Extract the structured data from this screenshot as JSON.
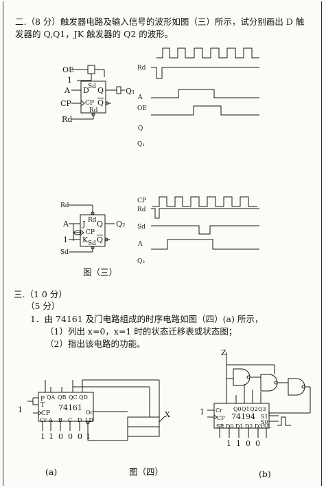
{
  "q2": {
    "line1": "二.（8 分）触发器电路及输入信号的波形如图（三）所示，试分别画出 D 触",
    "line2": "发器的 Q,Q1，JK 触发器的 Q2 的波形。"
  },
  "fig3": {
    "caption": "图（三）",
    "d_ff": {
      "pins": {
        "OE": "OE",
        "one": "1",
        "A": "A",
        "CP": "CP",
        "Rd": "Rd",
        "D": "D",
        "Sd": "Sd",
        "Q": "Q",
        "Qbar": "Q",
        "Rd_in": "Rd",
        "Q1": "Q₁"
      },
      "waves": {
        "Rd": "Rd",
        "A": "A",
        "OE": "OE",
        "Q": "Q",
        "Q1": "Q₁"
      }
    },
    "jk_ff": {
      "pins": {
        "Rd": "Rd",
        "A": "A",
        "one": "1",
        "Sd": "Sd",
        "J": "J",
        "K": "K",
        "CP": "CP",
        "Q": "Q",
        "Qbar": "Q",
        "Rd_in": "Rd",
        "Sd_in": "Sd",
        "Q2": "Q₂"
      },
      "waves": {
        "CP": "CP",
        "Rd": "Rd",
        "Sd": "Sd",
        "A": "A",
        "Q2": "Q₂"
      }
    }
  },
  "q3": {
    "title": "三.（1 0 分）",
    "sub": "（5 分）",
    "item1": "1．由 74161 及门电路组成的时序电路如图（四）(a) 所示，",
    "item1a": "（1）列出 x=0，x=1 时的状态迁移表或状态图；",
    "item1b": "（2）指出该电路的功能。"
  },
  "fig4": {
    "caption": "图（四）",
    "a_label": "(a)",
    "b_label": "(b)",
    "c74161": {
      "chip": "74161",
      "P": "P",
      "T": "T",
      "CP": "CP",
      "Cr": "Cr",
      "outs": [
        "QA",
        "QB",
        "QC",
        "QD"
      ],
      "ins": [
        "A",
        "B",
        "C",
        "D",
        "LD"
      ],
      "Oc": "Oc",
      "one": "1",
      "X": "X",
      "bits": [
        "1",
        "1",
        "0",
        "0",
        "0",
        "1"
      ]
    },
    "c74194": {
      "chip": "74194",
      "Z": "Z",
      "one": "1",
      "Cr": "Cr",
      "CP": "CP",
      "outs": [
        "Q0",
        "Q1",
        "Q2",
        "Q3"
      ],
      "ins": [
        "SR",
        "D0",
        "D1",
        "D2",
        "D3",
        "SL"
      ],
      "S1": "S1",
      "S0": "S0",
      "bits": [
        "1",
        "1",
        "0",
        "0"
      ]
    }
  }
}
